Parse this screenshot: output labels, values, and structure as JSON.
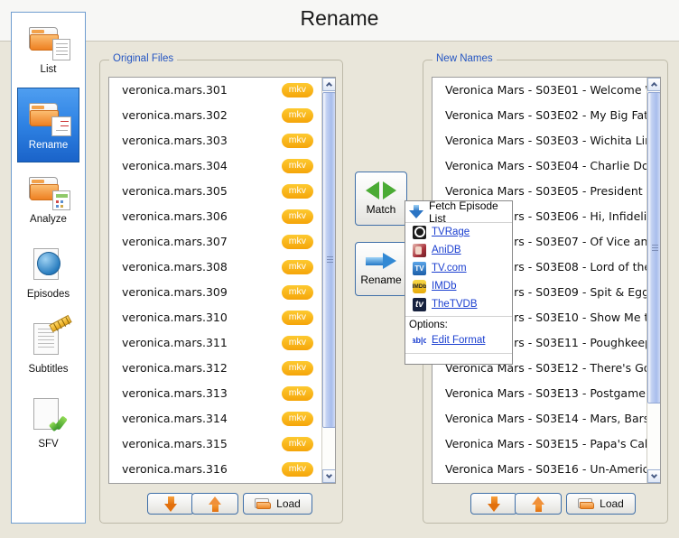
{
  "header": {
    "title": "Rename"
  },
  "sidebar": {
    "items": [
      {
        "label": "List",
        "icon": "folder-document-icon",
        "selected": false
      },
      {
        "label": "Rename",
        "icon": "folder-edit-icon",
        "selected": true
      },
      {
        "label": "Analyze",
        "icon": "folder-calculator-icon",
        "selected": false
      },
      {
        "label": "Episodes",
        "icon": "globe-page-icon",
        "selected": false
      },
      {
        "label": "Subtitles",
        "icon": "subtitle-ruler-icon",
        "selected": false
      },
      {
        "label": "SFV",
        "icon": "page-check-icon",
        "selected": false
      }
    ]
  },
  "original_panel": {
    "title": "Original Files",
    "rows": [
      {
        "name": "veronica.mars.301",
        "ext": "mkv"
      },
      {
        "name": "veronica.mars.302",
        "ext": "mkv"
      },
      {
        "name": "veronica.mars.303",
        "ext": "mkv"
      },
      {
        "name": "veronica.mars.304",
        "ext": "mkv"
      },
      {
        "name": "veronica.mars.305",
        "ext": "mkv"
      },
      {
        "name": "veronica.mars.306",
        "ext": "mkv"
      },
      {
        "name": "veronica.mars.307",
        "ext": "mkv"
      },
      {
        "name": "veronica.mars.308",
        "ext": "mkv"
      },
      {
        "name": "veronica.mars.309",
        "ext": "mkv"
      },
      {
        "name": "veronica.mars.310",
        "ext": "mkv"
      },
      {
        "name": "veronica.mars.311",
        "ext": "mkv"
      },
      {
        "name": "veronica.mars.312",
        "ext": "mkv"
      },
      {
        "name": "veronica.mars.313",
        "ext": "mkv"
      },
      {
        "name": "veronica.mars.314",
        "ext": "mkv"
      },
      {
        "name": "veronica.mars.315",
        "ext": "mkv"
      },
      {
        "name": "veronica.mars.316",
        "ext": "mkv"
      }
    ],
    "buttons": {
      "down": "move-down",
      "up": "move-up",
      "load": "Load"
    }
  },
  "new_panel": {
    "title": "New Names",
    "rows": [
      {
        "name": "Veronica Mars - S03E01 - Welcome Wagon"
      },
      {
        "name": "Veronica Mars - S03E02 - My Big Fat Greek Rush"
      },
      {
        "name": "Veronica Mars - S03E03 - Wichita Linebacker"
      },
      {
        "name": "Veronica Mars - S03E04 - Charlie Don't Surf"
      },
      {
        "name": "Veronica Mars - S03E05 - President Evil"
      },
      {
        "name": "Veronica Mars - S03E06 - Hi, Infidelity"
      },
      {
        "name": "Veronica Mars - S03E07 - Of Vice and Men"
      },
      {
        "name": "Veronica Mars - S03E08 - Lord of the Pi's"
      },
      {
        "name": "Veronica Mars - S03E09 - Spit & Eggs"
      },
      {
        "name": "Veronica Mars - S03E10 - Show Me the Monkey"
      },
      {
        "name": "Veronica Mars - S03E11 - Poughkeepsie, Tramps"
      },
      {
        "name": "Veronica Mars - S03E12 - There's Got to Be a Mo"
      },
      {
        "name": "Veronica Mars - S03E13 - Postgame Mortem"
      },
      {
        "name": "Veronica Mars - S03E14 - Mars, Bars"
      },
      {
        "name": "Veronica Mars - S03E15 - Papa's Cabin"
      },
      {
        "name": "Veronica Mars - S03E16 - Un-American Graffiti"
      }
    ],
    "buttons": {
      "down": "move-down",
      "up": "move-up",
      "load": "Load"
    }
  },
  "center_buttons": {
    "match": "Match",
    "rename": "Rename"
  },
  "popup": {
    "header": "Fetch Episode List",
    "header_icon": "download-arrow-icon",
    "sources": [
      {
        "label": "TVRage",
        "icon": "tvrage-icon"
      },
      {
        "label": "AniDB",
        "icon": "anidb-icon"
      },
      {
        "label": "TV.com",
        "icon": "tvcom-icon"
      },
      {
        "label": "IMDb",
        "icon": "imdb-icon"
      },
      {
        "label": "TheTVDB",
        "icon": "thetvdb-icon"
      }
    ],
    "options_label": "Options:",
    "edit_format": {
      "label": "Edit Format",
      "icon": "text-cursor-icon"
    }
  },
  "colors": {
    "background": "#e9e6da",
    "accent_blue": "#2455c2",
    "selected_blue": "#2f83e4",
    "badge_orange": "#f5a509",
    "link_blue": "#1b3fd0"
  }
}
